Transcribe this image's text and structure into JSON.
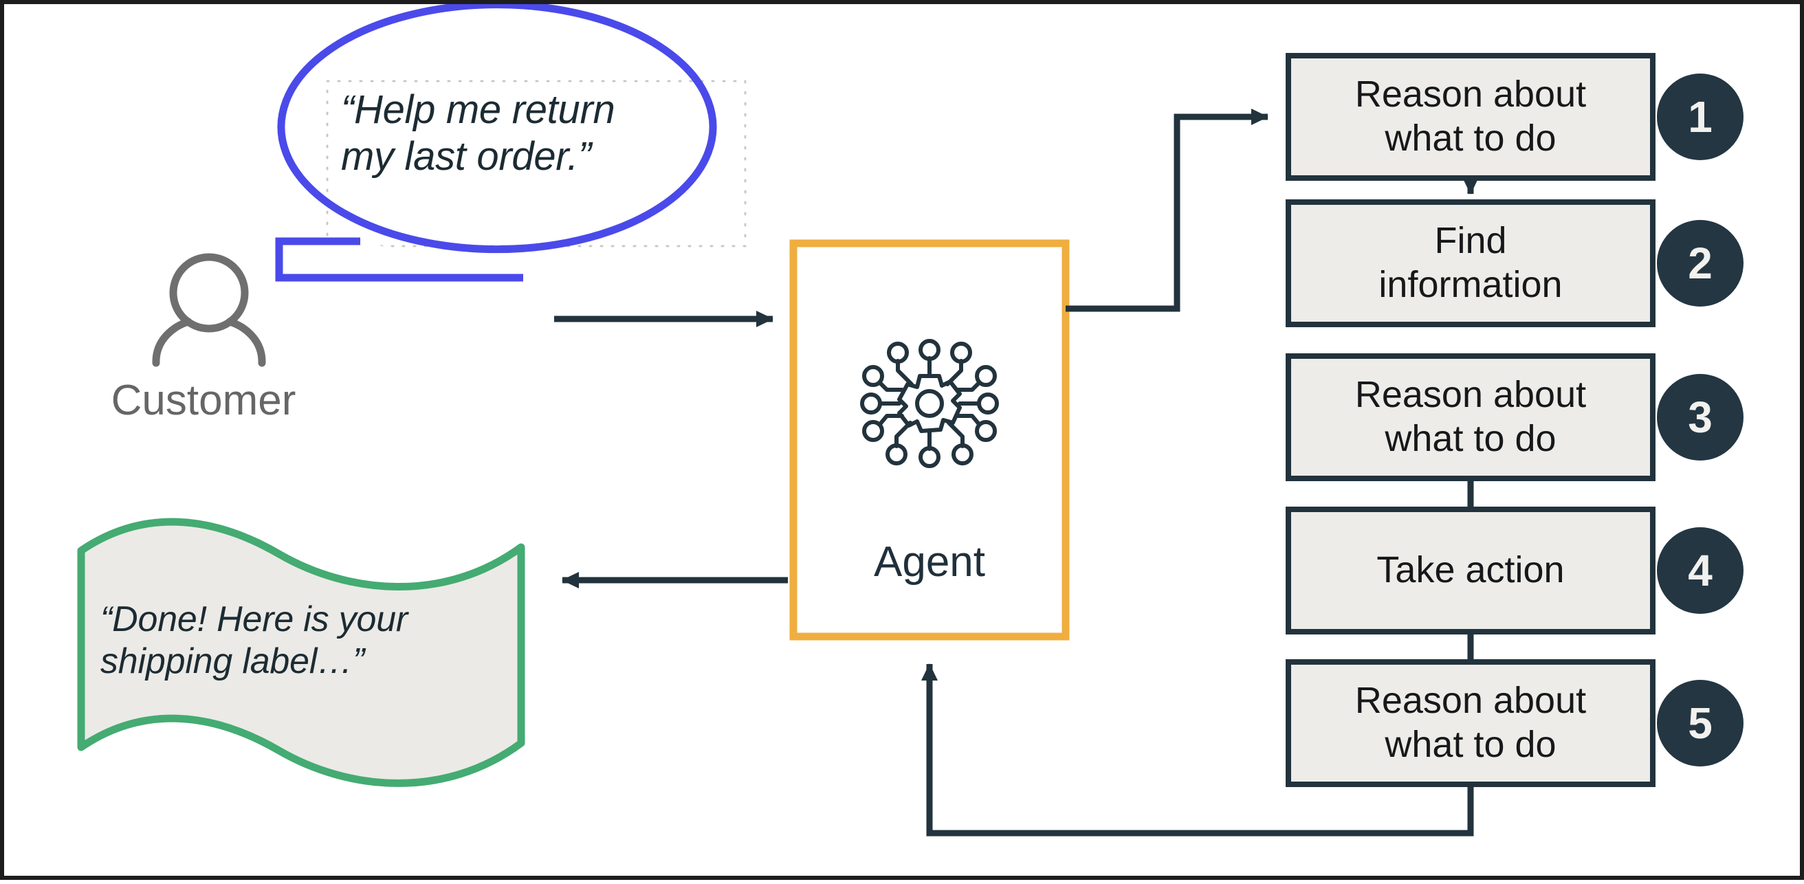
{
  "diagram": {
    "title": "Agent customer-service loop",
    "colors": {
      "bubble_stroke": "#4a4aea",
      "agent_border": "#efae3f",
      "flag_stroke": "#44ab72",
      "flag_fill": "#ebeae6",
      "step_fill": "#edece8",
      "step_border": "#22333d",
      "badge_fill": "#233642",
      "connector": "#22333d",
      "customer_icon": "#6f6f6f",
      "canvas_border": "#1d1d1d"
    }
  },
  "customer": {
    "label": "Customer",
    "icon": "person-icon",
    "speech_bubble": {
      "line1": "“Help me return",
      "line2": "my last order.”",
      "shape": "ellipse-with-tail"
    }
  },
  "agent": {
    "label": "Agent",
    "icon": "ai-network-gear-icon"
  },
  "response_flag": {
    "line1": "“Done! Here is your",
    "line2": "shipping label…”",
    "shape": "wavy-banner"
  },
  "steps": [
    {
      "number": "1",
      "line1": "Reason about",
      "line2": "what to do"
    },
    {
      "number": "2",
      "line1": "Find",
      "line2": "information"
    },
    {
      "number": "3",
      "line1": "Reason about",
      "line2": "what to do"
    },
    {
      "number": "4",
      "line1": "Take action",
      "line2": ""
    },
    {
      "number": "5",
      "line1": "Reason about",
      "line2": "what to do"
    }
  ],
  "connectors": [
    {
      "name": "customer-to-agent",
      "arrowhead": "right"
    },
    {
      "name": "agent-to-response",
      "arrowhead": "left"
    },
    {
      "name": "agent-to-step-1",
      "arrowhead": "right"
    },
    {
      "name": "step-1-to-step-2",
      "arrowhead": "down"
    },
    {
      "name": "step-3-to-step-4",
      "arrowhead": "none"
    },
    {
      "name": "step-4-to-step-5",
      "arrowhead": "none"
    },
    {
      "name": "step-5-to-agent-feedback",
      "arrowhead": "up"
    }
  ]
}
